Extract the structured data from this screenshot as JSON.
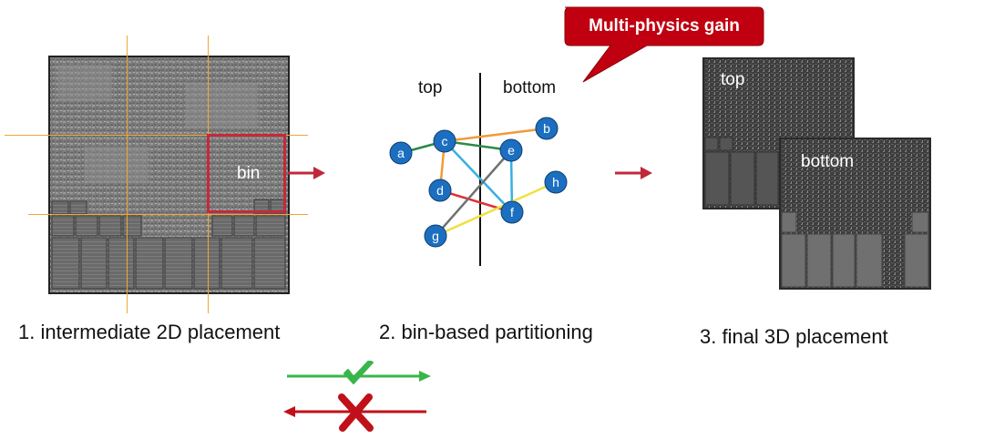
{
  "callout": {
    "text": "Multi-physics gain",
    "color": "#c00010"
  },
  "step1": {
    "caption": "1. intermediate 2D placement",
    "bin_label": "bin"
  },
  "step2": {
    "caption": "2. bin-based partitioning",
    "top_label": "top",
    "bottom_label": "bottom",
    "nodes": [
      "a",
      "b",
      "c",
      "d",
      "e",
      "f",
      "g",
      "h"
    ]
  },
  "step3": {
    "caption": "3. final 3D placement",
    "top_label": "top",
    "bottom_label": "bottom"
  },
  "flow": {
    "forward": "check",
    "backward": "cross"
  },
  "colors": {
    "node_fill": "#1c6fc0",
    "bin_box": "#c8283a",
    "arrow": "#c0283a",
    "grid_line": "#f0a830",
    "check": "#3ab54a",
    "cross": "#c0101a",
    "edge_orange": "#f29a38",
    "edge_green": "#2a8a4a",
    "edge_cyan": "#38b0e0",
    "edge_red": "#e03030",
    "edge_gray": "#707070",
    "edge_yellow": "#f0e040"
  }
}
